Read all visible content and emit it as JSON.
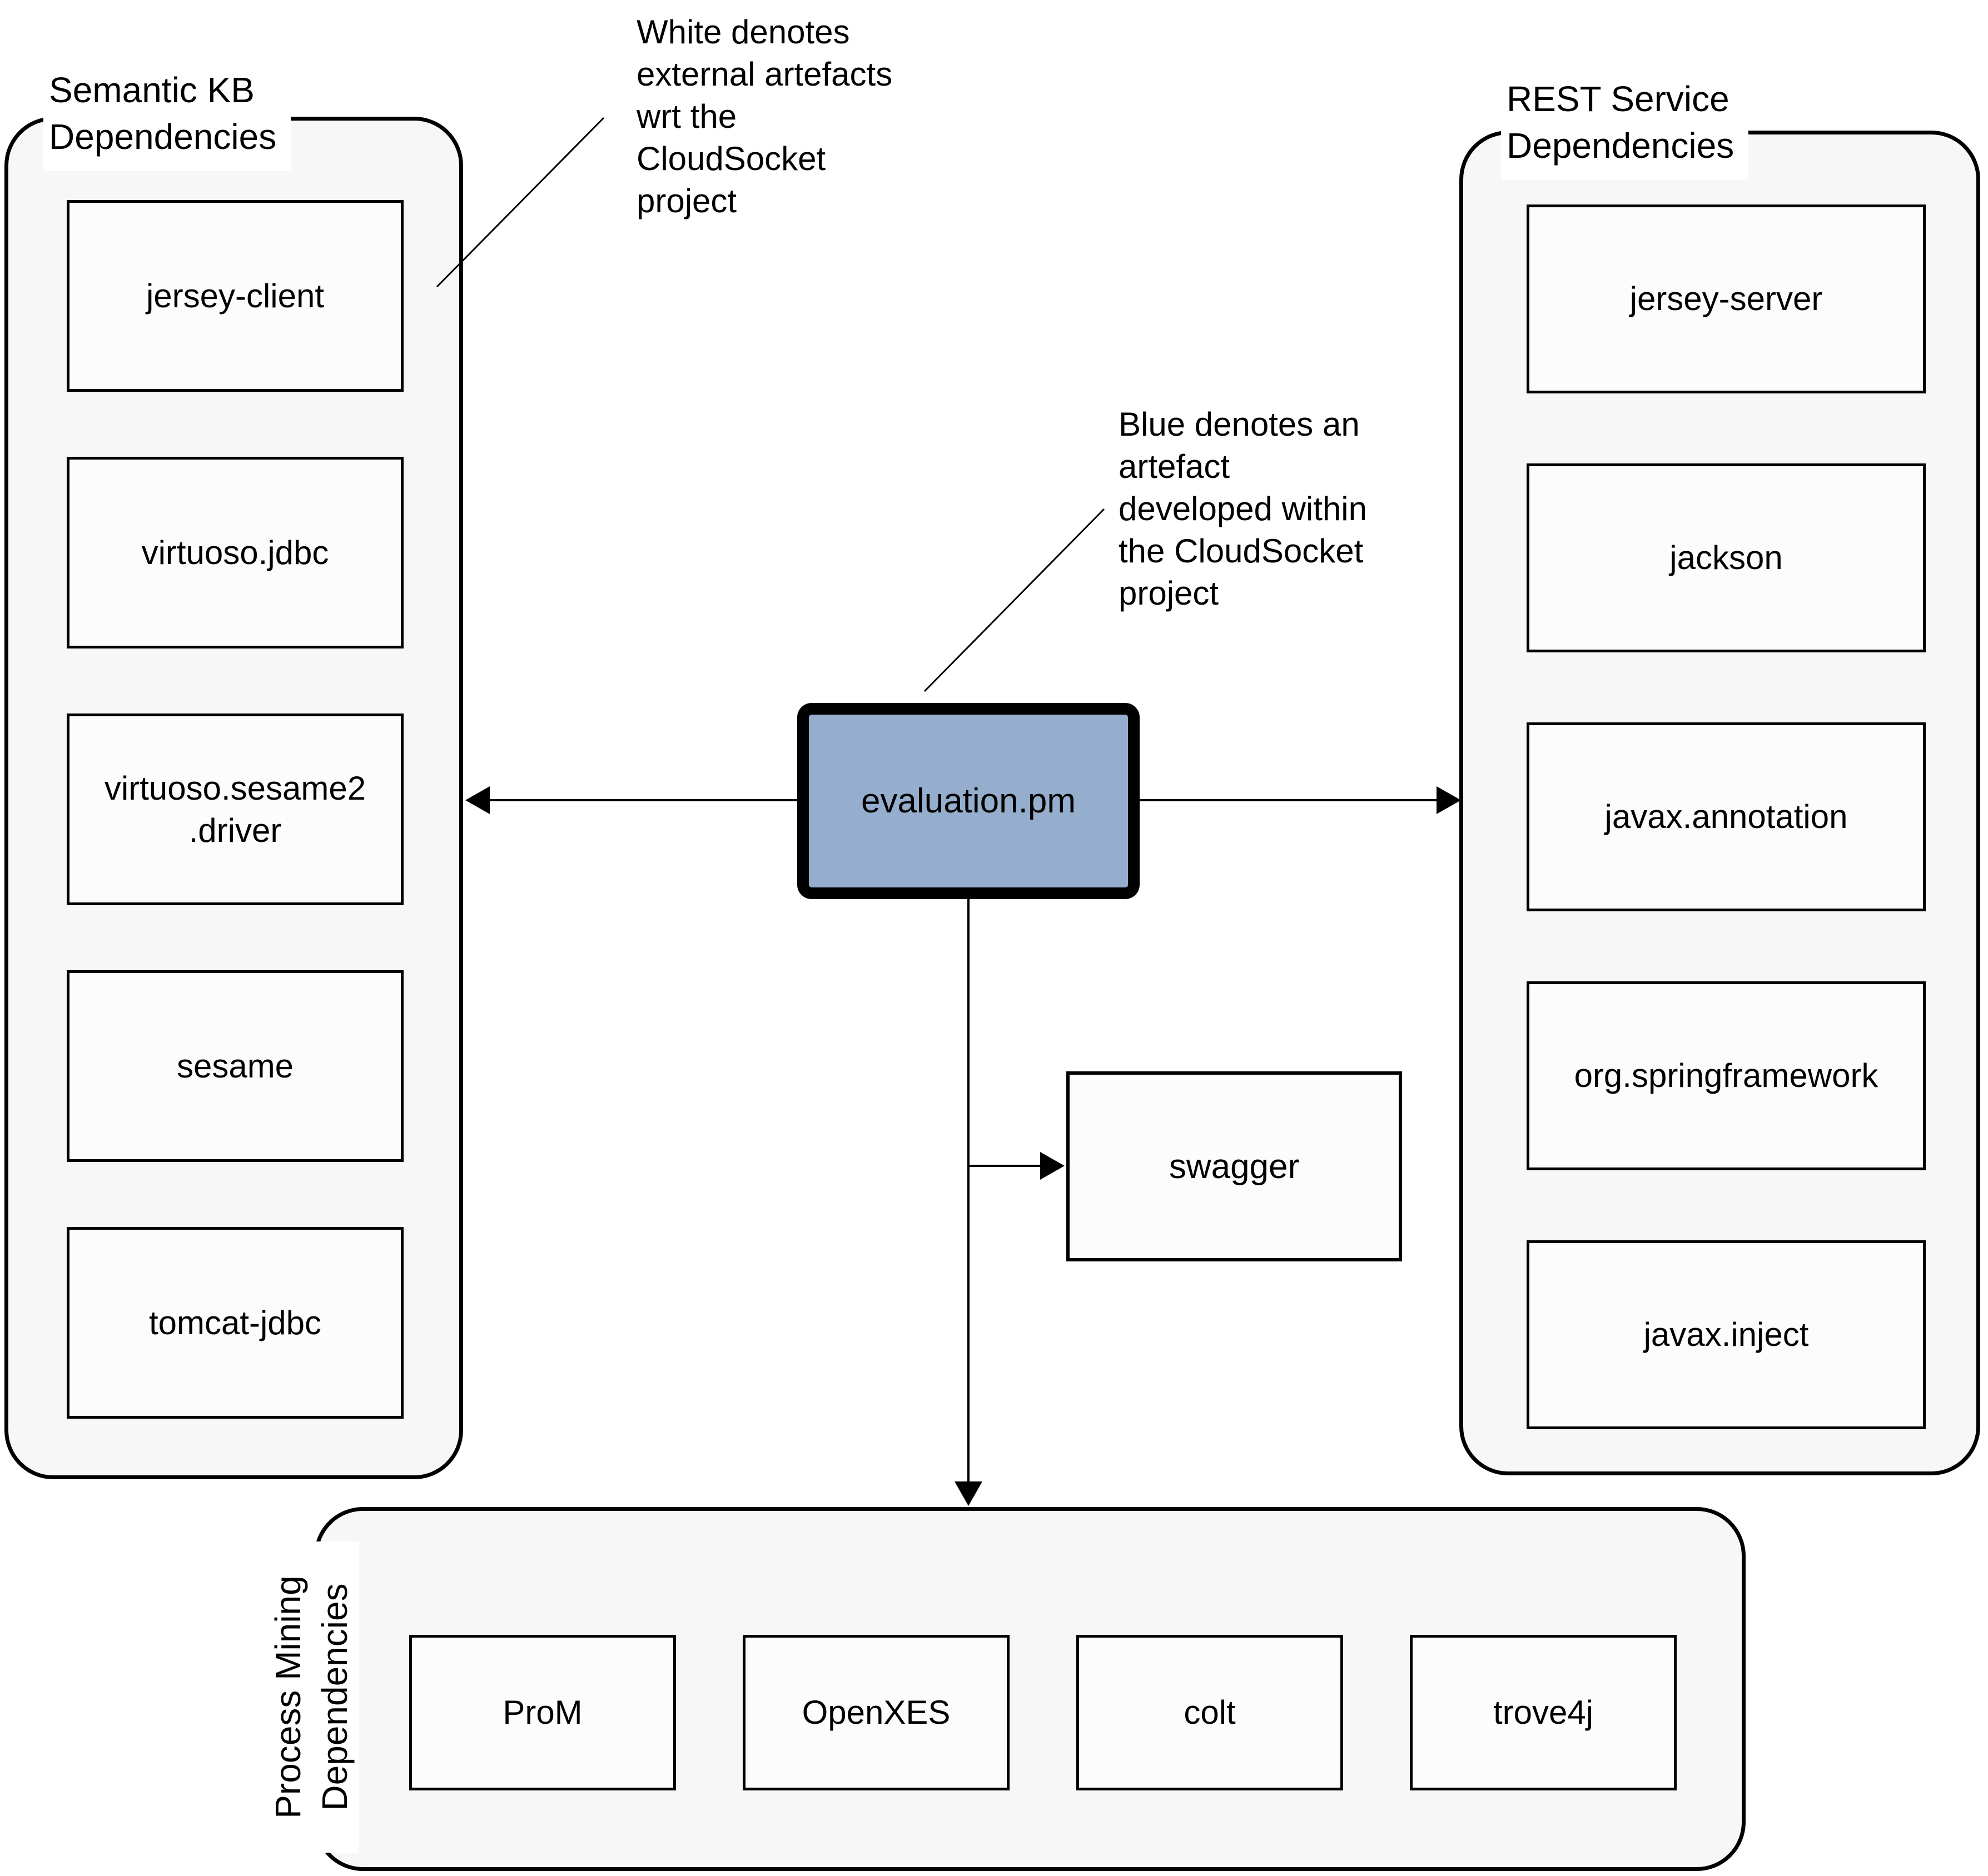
{
  "colors": {
    "blue_node_fill": "#96aecd",
    "group_fill": "#f7f7f7",
    "node_fill": "#fcfcfc",
    "line_color": "#000000"
  },
  "center_node": {
    "label": "evaluation.pm"
  },
  "swagger_node": {
    "label": "swagger"
  },
  "notes": {
    "external": "White denotes\nexternal artefacts\nwrt the\nCloudSocket\nproject",
    "internal": "Blue denotes an\nartefact\ndeveloped within\nthe CloudSocket\nproject"
  },
  "groups": {
    "semantic_kb": {
      "title": "Semantic KB\nDependencies",
      "items": [
        "jersey-client",
        "virtuoso.jdbc",
        "virtuoso.sesame2\n.driver",
        "sesame",
        "tomcat-jdbc"
      ]
    },
    "rest_service": {
      "title": "REST Service\nDependencies",
      "items": [
        "jersey-server",
        "jackson",
        "javax.annotation",
        "org.springframework",
        "javax.inject"
      ]
    },
    "process_mining": {
      "title": "Process Mining\nDependencies",
      "items": [
        "ProM",
        "OpenXES",
        "colt",
        "trove4j"
      ]
    }
  }
}
